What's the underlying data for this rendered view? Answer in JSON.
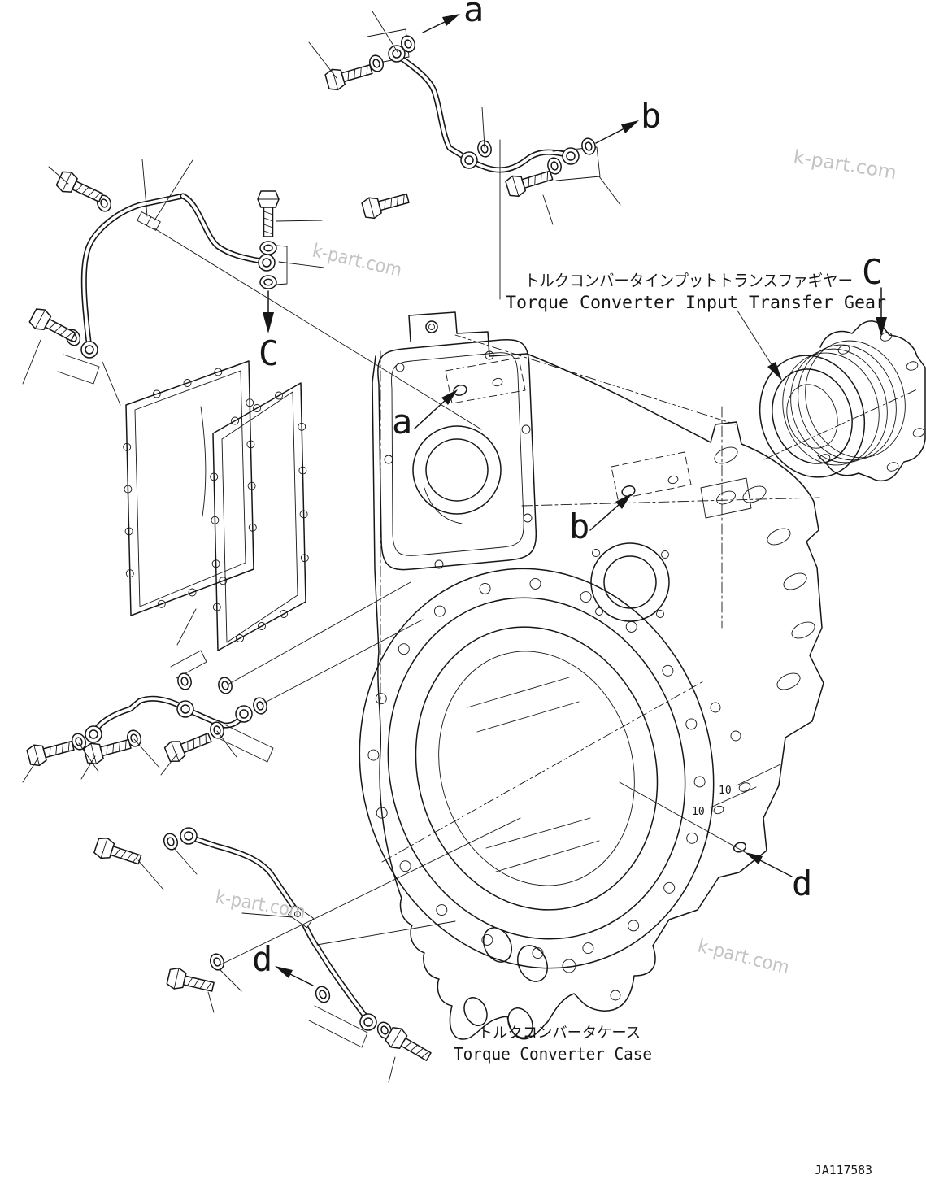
{
  "page": {
    "background": "#ffffff",
    "ink": "#161616",
    "watermark_color": "#bdbdbd"
  },
  "callouts": {
    "top_a": "a",
    "top_b": "b",
    "right_C": "C",
    "left_C": "C",
    "inner_a": "a",
    "inner_b": "b",
    "right_d": "d",
    "left_d": "d",
    "item_10_upper": "10",
    "item_10_lower": "10"
  },
  "captions": {
    "transfer_gear_jp": "トルクコンバータインプットトランスファギヤー",
    "transfer_gear_en": "Torque Converter Input Transfer Gear",
    "case_jp": "トルクコンバータケース",
    "case_en": "Torque Converter Case"
  },
  "footer": {
    "drawing_number": "JA117583"
  },
  "watermarks": {
    "text": "k-part.com"
  }
}
